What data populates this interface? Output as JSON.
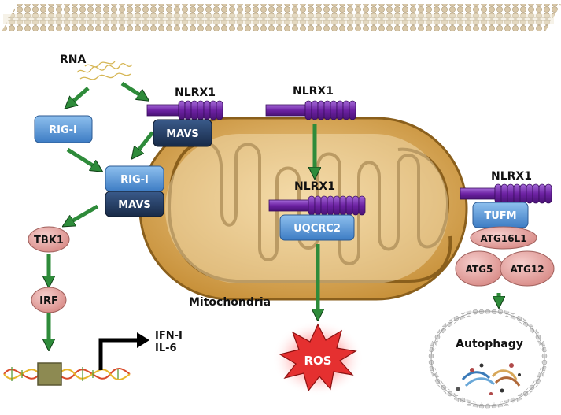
{
  "labels": {
    "rna": "RNA",
    "rig_i_free": "RIG-I",
    "nlrx1_mavs": "NLRX1",
    "mavs_top": "MAVS",
    "rig_i_complex": "RIG-I",
    "mavs_complex": "MAVS",
    "tbk1": "TBK1",
    "irf": "IRF",
    "ifn": "IFN-I",
    "il6": "IL-6",
    "nlrx1_center": "NLRX1",
    "nlrx1_inner": "NLRX1",
    "uqcrc2": "UQCRC2",
    "mitochondria": "Mitochondria",
    "ros": "ROS",
    "nlrx1_right": "NLRX1",
    "tufm": "TUFM",
    "atg16l1": "ATG16L1",
    "atg5": "ATG5",
    "atg12": "ATG12",
    "autophagy": "Autophagy"
  },
  "colors": {
    "arrow_green": "#2e8b3a",
    "light_blue": "#5b9bd5",
    "dark_navy": "#22395e",
    "purple": "#7a2fb0",
    "pink": "#e7a6a3",
    "mito_fill": "#e2b45a",
    "ros_red": "#e53030"
  }
}
